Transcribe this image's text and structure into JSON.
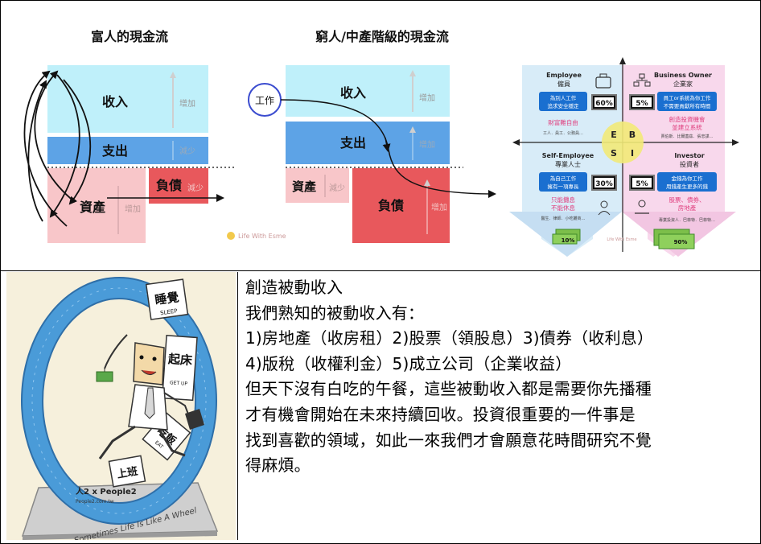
{
  "rich": {
    "title": "富人的現金流",
    "income": "收入",
    "expense": "支出",
    "asset": "資產",
    "liability": "負債",
    "increase": "增加",
    "decrease": "減少",
    "asset_increase": "增加",
    "liability_decrease": "減少",
    "watermark": "Life With Esme"
  },
  "poor": {
    "title": "窮人/中產階級的現金流",
    "work": "工作",
    "income": "收入",
    "expense": "支出",
    "asset": "資產",
    "liability": "負債",
    "increase": "增加",
    "expense_increase": "增加",
    "asset_decrease": "減少",
    "liability_increase": "增加"
  },
  "quadrant": {
    "employee_en": "Employee",
    "employee_zh": "僱員",
    "employee_desc1": "為別人工作",
    "employee_desc2": "追求安全穩定",
    "employee_pct": "60%",
    "employee_note": "財富難自由",
    "employee_sub": "工人．員工．公務員…",
    "owner_en": "Business Owner",
    "owner_zh": "企業家",
    "owner_desc1": "員工or系統為你工作",
    "owner_desc2": "不需要貢獻所有時間",
    "owner_pct": "5%",
    "owner_note1": "創造投資機會",
    "owner_note2": "並建立系統",
    "owner_sub": "賈伯斯．比爾蓋茲．張忠謀…",
    "self_en": "Self-Employee",
    "self_zh": "專業人士",
    "self_desc1": "為自己工作",
    "self_desc2": "擁有一項專長",
    "self_pct": "30%",
    "self_note1": "只能攤息",
    "self_note2": "不能休息",
    "self_sub": "醫生．律師．小吃攤商…",
    "investor_en": "Investor",
    "investor_zh": "投資者",
    "investor_desc1": "金錢為你工作",
    "investor_desc2": "用錢產生更多的錢",
    "investor_pct": "5%",
    "investor_note1": "股票、債券、",
    "investor_note2": "房地產",
    "investor_sub": "專業投資人．巴菲特．巴菲特…",
    "letter_e": "E",
    "letter_b": "B",
    "letter_s": "S",
    "letter_i": "I",
    "left_share": "10%",
    "right_share": "90%",
    "watermark": "Life With Esme"
  },
  "cartoon": {
    "sign_sleep_zh": "睡覺",
    "sign_sleep_en": "SLEEP",
    "sign_getup_zh": "起床",
    "sign_getup_en": "GET UP",
    "sign_eat_zh": "吃飯",
    "sign_eat_en": "EAT",
    "sign_work_zh": "上班",
    "brand": "人2 x People2",
    "brand_url": "People2.com.tw",
    "caption": "Sometimes Life Is Like A Wheel"
  },
  "text": {
    "line1": "創造被動收入",
    "line2": "我們熟知的被動收入有：",
    "line3": "1)房地產（收房租）2)股票（領股息）3)債券（收利息）",
    "line4": "4)版稅（收權利金）5)成立公司（企業收益）",
    "line5": "但天下沒有白吃的午餐，這些被動收入都是需要你先播種",
    "line6": "才有機會開始在未來持續回收。投資很重要的一件事是",
    "line7": "找到喜歡的領域，如此一來我們才會願意花時間研究不覺",
    "line8": "得麻煩。"
  },
  "colors": {
    "income": "#bff0fa",
    "expense": "#5da3e6",
    "asset": "#f8c6c9",
    "liability": "#e8585c",
    "quadrant_left": "#d8ecf8",
    "quadrant_right": "#f8d8ec",
    "center_circle": "#f2ea78",
    "wheel": "#4a9bd8"
  }
}
